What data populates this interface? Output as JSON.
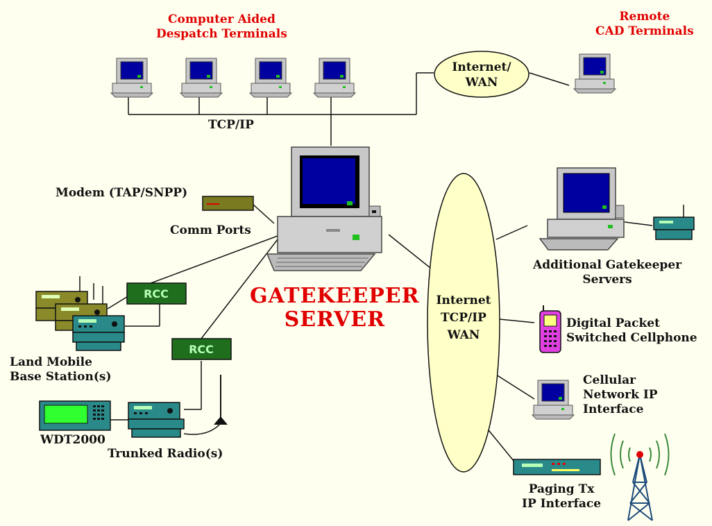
{
  "labels": {
    "cad_title": [
      "Computer Aided",
      "Despatch Terminals"
    ],
    "remote_cad": [
      "Remote",
      "CAD Terminals"
    ],
    "tcpip": "TCP/IP",
    "internet_wan": [
      "Internet/",
      "WAN"
    ],
    "modem": "Modem (TAP/SNPP)",
    "comm_ports": "Comm Ports",
    "gatekeeper": [
      "GATEKEEPER",
      "SERVER"
    ],
    "internet_tcpip_wan": [
      "Internet",
      "TCP/IP",
      "WAN"
    ],
    "additional_gk": [
      "Additional Gatekeeper",
      "Servers"
    ],
    "digital_packet": [
      "Digital Packet",
      "Switched Cellphone"
    ],
    "cellular": [
      "Cellular",
      "Network IP",
      "Interface"
    ],
    "paging": [
      "Paging Tx",
      "IP Interface"
    ],
    "land_mobile": [
      "Land Mobile",
      "Base Station(s)"
    ],
    "wdt": "WDT2000",
    "trunked": "Trunked Radio(s)",
    "rcc": "RCC"
  },
  "colors": {
    "background": "#fffff0",
    "title_red": "#e00000",
    "ellipse_fill": "#ffffc8",
    "rcc_green": "#1e6e1e",
    "radio_teal": "#2a8a8a",
    "radio_olive": "#8a8a2a",
    "screen_blue": "#0000a0",
    "case_gray": "#c8c8c8",
    "cellphone_magenta": "#e040e0",
    "modem_olive": "#7a7a20"
  },
  "icons": [
    "computer-icon",
    "server-icon",
    "radio-icon",
    "cellphone-icon",
    "antenna-tower-icon",
    "modem-icon",
    "rcc-box-icon",
    "antenna-icon",
    "paging-transmitter-icon",
    "wdt-terminal-icon"
  ]
}
